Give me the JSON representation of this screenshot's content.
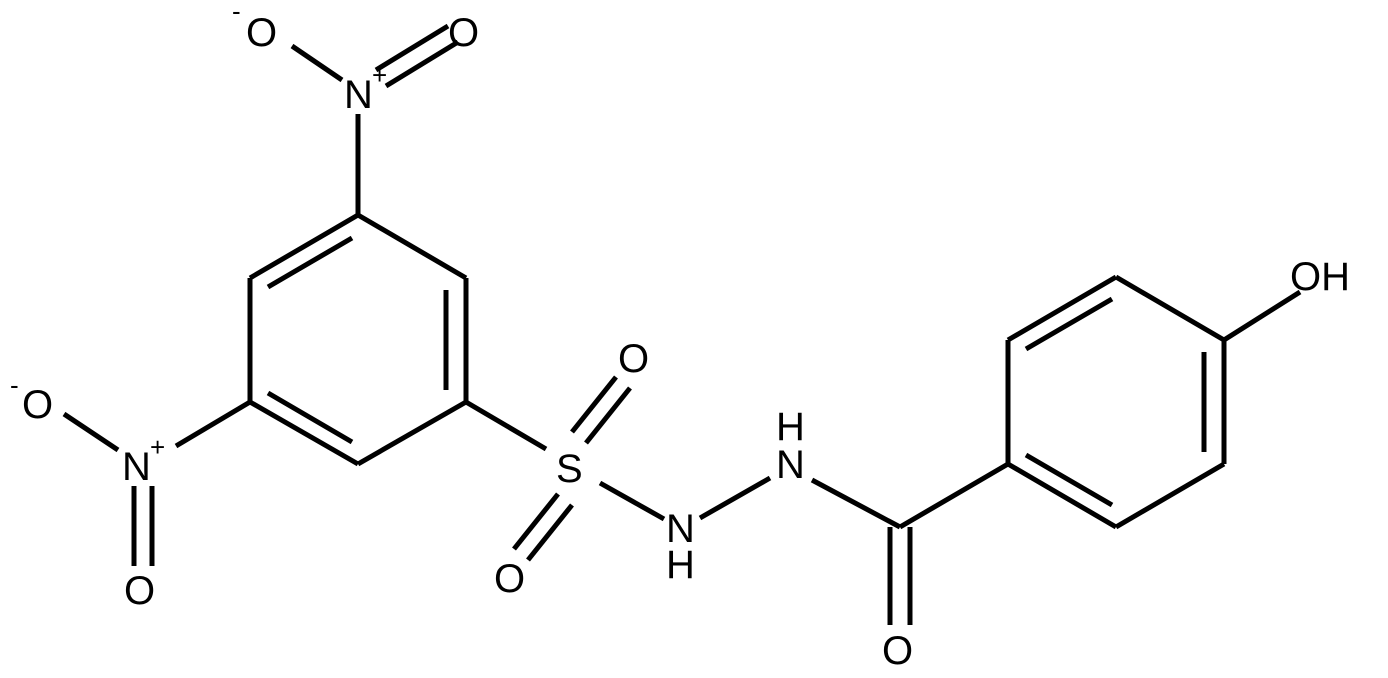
{
  "molecule": {
    "labels": {
      "nitro_top_o_minus": "O",
      "nitro_top_o_minus_charge": "-",
      "nitro_top_o_double": "O",
      "nitro_top_n": "N",
      "nitro_top_n_charge": "+",
      "nitro_left_o_minus": "O",
      "nitro_left_o_minus_charge": "-",
      "nitro_left_n": "N",
      "nitro_left_n_charge": "+",
      "nitro_left_o_double": "O",
      "sulfonyl_s": "S",
      "sulfonyl_o_top": "O",
      "sulfonyl_o_bottom": "O",
      "nh_left_n": "N",
      "nh_left_h": "H",
      "nh_right_h": "H",
      "nh_right_n": "N",
      "carbonyl_o": "O",
      "hydroxyl": "OH"
    },
    "colors": {
      "bond": "#000000",
      "text": "#000000",
      "background": "#ffffff"
    }
  }
}
